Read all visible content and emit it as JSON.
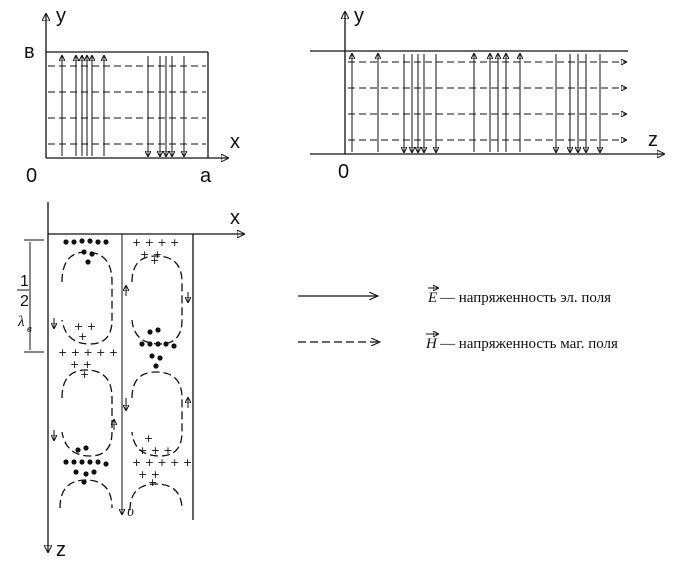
{
  "labels": {
    "panel1_y": "y",
    "panel1_b": "в",
    "panel1_x": "x",
    "panel1_origin": "0",
    "panel1_a": "a",
    "panel2_y": "y",
    "panel2_z": "z",
    "panel2_origin": "0",
    "panel3_x": "x",
    "panel3_z": "z",
    "panel3_v": "υ",
    "half": "1",
    "half_den": "2",
    "lambda": "λ",
    "lambda_sub": "в"
  },
  "legend": {
    "e_symbol": "E",
    "e_text": "— напряженность эл. поля",
    "h_symbol": "H",
    "h_text": "— напряженность маг. поля"
  },
  "colors": {
    "ink": "#111111",
    "background": "#ffffff"
  }
}
